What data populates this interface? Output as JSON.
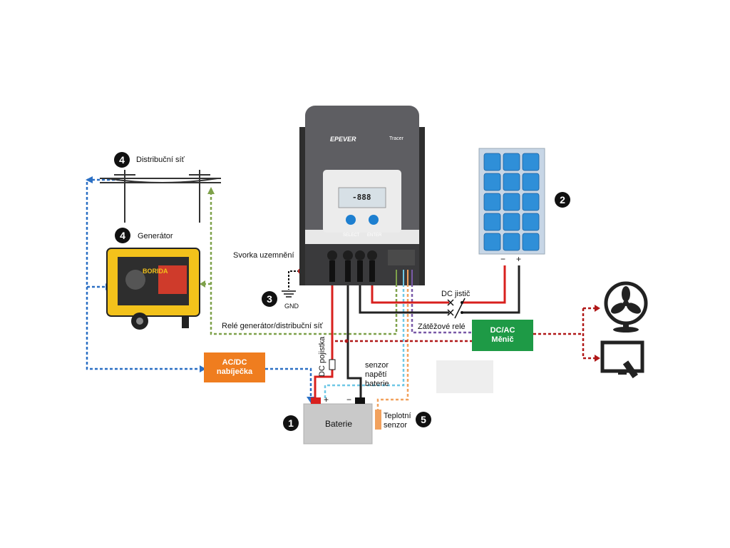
{
  "controller": {
    "brand": "EPEVER",
    "model": "Tracer",
    "lcd_reading": "-888",
    "buttons": [
      "SELECT",
      "ENTER"
    ]
  },
  "labels": {
    "grid": "Distribuční síť",
    "generator": "Generátor",
    "ground_terminal": "Svorka uzemnění",
    "gnd": "GND",
    "relay": "Relé generátor/distribuční síť",
    "dc_breaker": "DC jistič",
    "load_relay": "Zátěžové relé",
    "dc_fuse": "DC pojistka",
    "voltage_sensor": [
      "senzor",
      "napětí",
      "baterie"
    ],
    "battery": "Baterie",
    "temp_sensor": [
      "Teplotní",
      "senzor"
    ],
    "generator_brand": "BORIDA",
    "plus": "+",
    "minus": "−"
  },
  "boxes": {
    "charger": [
      "AC/DC",
      "nabíječka"
    ],
    "inverter": [
      "DC/AC",
      "Měnič"
    ]
  },
  "markers": {
    "battery": "1",
    "panel": "2",
    "ground": "3",
    "grid": "4",
    "generator": "4",
    "temp": "5"
  },
  "colors": {
    "red_wire": "#d8201e",
    "black_wire": "#222222",
    "blue_dash": "#2a6fc4",
    "green_dash": "#7ea14a",
    "cyan_dash": "#6fc8e6",
    "orange_dash": "#f2a15d",
    "purple_dash": "#7a5aa8",
    "dark_red_dash": "#b01818",
    "charger_box": "#ef7d1f",
    "inverter_box": "#1e9a46",
    "panel_cell": "#2f8fd8",
    "battery_body": "#c9c9c9"
  }
}
